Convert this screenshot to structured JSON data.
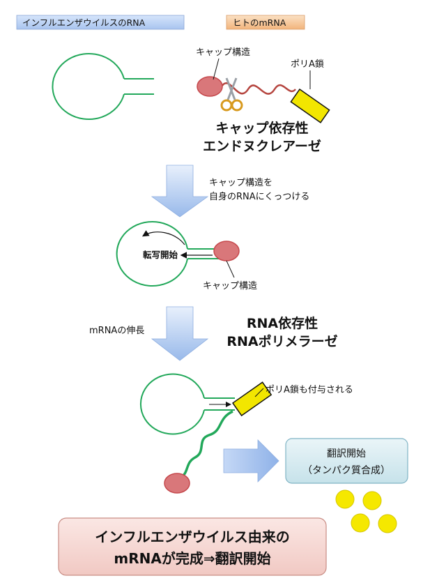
{
  "header": {
    "flu_rna_label": "インフルエンザウイルスのRNA",
    "human_mrna_label": "ヒトのmRNA"
  },
  "step1": {
    "cap_structure_label": "キャップ構造",
    "poly_a_label": "ポリA鎖",
    "enzyme_line1": "キャップ依存性",
    "enzyme_line2": "エンドヌクレアーゼ"
  },
  "arrow1": {
    "desc_line1": "キャップ構造を",
    "desc_line2": "自身のRNAにくっつける"
  },
  "step2": {
    "transcription_start_label": "転写開始",
    "cap_structure_label": "キャップ構造"
  },
  "arrow2": {
    "elongation_label": "mRNAの伸長",
    "enzyme_line1": "RNA依存性",
    "enzyme_line2": "RNAポリメラーゼ"
  },
  "step3": {
    "poly_a_added_label": "ポリA鎖も付与される",
    "translation_line1": "翻訳開始",
    "translation_line2": "（タンパク質合成）"
  },
  "conclusion": {
    "line1": "インフルエンザウイルス由来の",
    "line2": "mRNAが完成⇒翻訳開始"
  },
  "colors": {
    "rna_green": "#22a85a",
    "cap_red": "#d9777a",
    "poly_a_yellow": "#f2e600",
    "human_mrna_red": "#b5443e",
    "arrow_blue": "#a9c6ee",
    "protein_yellow": "#f5e800"
  }
}
